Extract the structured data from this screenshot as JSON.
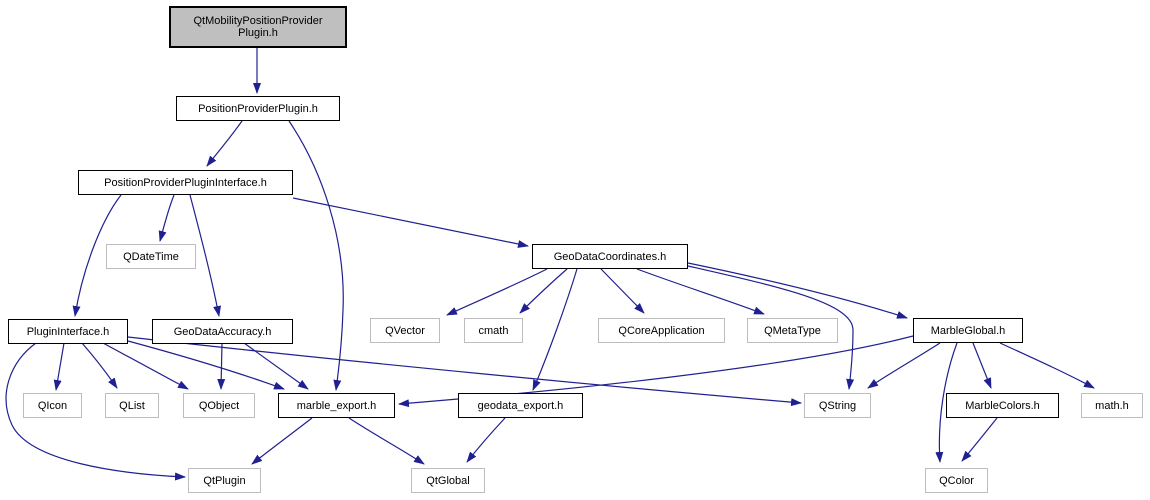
{
  "diagram": {
    "type": "include-dependency-graph",
    "focus_node": "QtMobilityPositionProviderPlugin.h",
    "colors": {
      "edge": "#202090",
      "focus_fill": "#bfbfbf",
      "node_fill": "#ffffff",
      "internal_border": "#000000",
      "external_border": "#bdbdbd",
      "text": "#000000"
    }
  },
  "nodes": [
    {
      "id": "QtMobilityPositionProviderPlugin.h",
      "label": "QtMobilityPositionProvider\nPlugin.h",
      "kind": "focus"
    },
    {
      "id": "PositionProviderPlugin.h",
      "label": "PositionProviderPlugin.h",
      "kind": "internal"
    },
    {
      "id": "PositionProviderPluginInterface.h",
      "label": "PositionProviderPluginInterface.h",
      "kind": "internal"
    },
    {
      "id": "QDateTime",
      "label": "QDateTime",
      "kind": "external"
    },
    {
      "id": "GeoDataCoordinates.h",
      "label": "GeoDataCoordinates.h",
      "kind": "internal"
    },
    {
      "id": "PluginInterface.h",
      "label": "PluginInterface.h",
      "kind": "internal"
    },
    {
      "id": "GeoDataAccuracy.h",
      "label": "GeoDataAccuracy.h",
      "kind": "internal"
    },
    {
      "id": "QVector",
      "label": "QVector",
      "kind": "external"
    },
    {
      "id": "cmath",
      "label": "cmath",
      "kind": "external"
    },
    {
      "id": "QCoreApplication",
      "label": "QCoreApplication",
      "kind": "external"
    },
    {
      "id": "QMetaType",
      "label": "QMetaType",
      "kind": "external"
    },
    {
      "id": "MarbleGlobal.h",
      "label": "MarbleGlobal.h",
      "kind": "internal"
    },
    {
      "id": "QIcon",
      "label": "QIcon",
      "kind": "external"
    },
    {
      "id": "QList",
      "label": "QList",
      "kind": "external"
    },
    {
      "id": "QObject",
      "label": "QObject",
      "kind": "external"
    },
    {
      "id": "marble_export.h",
      "label": "marble_export.h",
      "kind": "internal"
    },
    {
      "id": "geodata_export.h",
      "label": "geodata_export.h",
      "kind": "internal"
    },
    {
      "id": "QString",
      "label": "QString",
      "kind": "external"
    },
    {
      "id": "MarbleColors.h",
      "label": "MarbleColors.h",
      "kind": "internal"
    },
    {
      "id": "math.h",
      "label": "math.h",
      "kind": "external"
    },
    {
      "id": "QtPlugin",
      "label": "QtPlugin",
      "kind": "external"
    },
    {
      "id": "QtGlobal",
      "label": "QtGlobal",
      "kind": "external"
    },
    {
      "id": "QColor",
      "label": "QColor",
      "kind": "external"
    }
  ],
  "edges": [
    {
      "from": "QtMobilityPositionProviderPlugin.h",
      "to": "PositionProviderPlugin.h"
    },
    {
      "from": "PositionProviderPlugin.h",
      "to": "PositionProviderPluginInterface.h"
    },
    {
      "from": "PositionProviderPlugin.h",
      "to": "marble_export.h"
    },
    {
      "from": "PositionProviderPluginInterface.h",
      "to": "PluginInterface.h"
    },
    {
      "from": "PositionProviderPluginInterface.h",
      "to": "QDateTime"
    },
    {
      "from": "PositionProviderPluginInterface.h",
      "to": "GeoDataAccuracy.h"
    },
    {
      "from": "PositionProviderPluginInterface.h",
      "to": "GeoDataCoordinates.h"
    },
    {
      "from": "PluginInterface.h",
      "to": "QIcon"
    },
    {
      "from": "PluginInterface.h",
      "to": "QList"
    },
    {
      "from": "PluginInterface.h",
      "to": "QObject"
    },
    {
      "from": "PluginInterface.h",
      "to": "marble_export.h"
    },
    {
      "from": "PluginInterface.h",
      "to": "QtPlugin"
    },
    {
      "from": "PluginInterface.h",
      "to": "QString"
    },
    {
      "from": "GeoDataAccuracy.h",
      "to": "QObject"
    },
    {
      "from": "GeoDataAccuracy.h",
      "to": "marble_export.h"
    },
    {
      "from": "GeoDataCoordinates.h",
      "to": "QVector"
    },
    {
      "from": "GeoDataCoordinates.h",
      "to": "cmath"
    },
    {
      "from": "GeoDataCoordinates.h",
      "to": "geodata_export.h"
    },
    {
      "from": "GeoDataCoordinates.h",
      "to": "QCoreApplication"
    },
    {
      "from": "GeoDataCoordinates.h",
      "to": "QMetaType"
    },
    {
      "from": "GeoDataCoordinates.h",
      "to": "MarbleGlobal.h"
    },
    {
      "from": "GeoDataCoordinates.h",
      "to": "QString"
    },
    {
      "from": "marble_export.h",
      "to": "QtPlugin"
    },
    {
      "from": "marble_export.h",
      "to": "QtGlobal"
    },
    {
      "from": "geodata_export.h",
      "to": "QtGlobal"
    },
    {
      "from": "MarbleGlobal.h",
      "to": "marble_export.h"
    },
    {
      "from": "MarbleGlobal.h",
      "to": "QString"
    },
    {
      "from": "MarbleGlobal.h",
      "to": "MarbleColors.h"
    },
    {
      "from": "MarbleGlobal.h",
      "to": "math.h"
    },
    {
      "from": "MarbleGlobal.h",
      "to": "QColor"
    },
    {
      "from": "MarbleColors.h",
      "to": "QColor"
    }
  ]
}
